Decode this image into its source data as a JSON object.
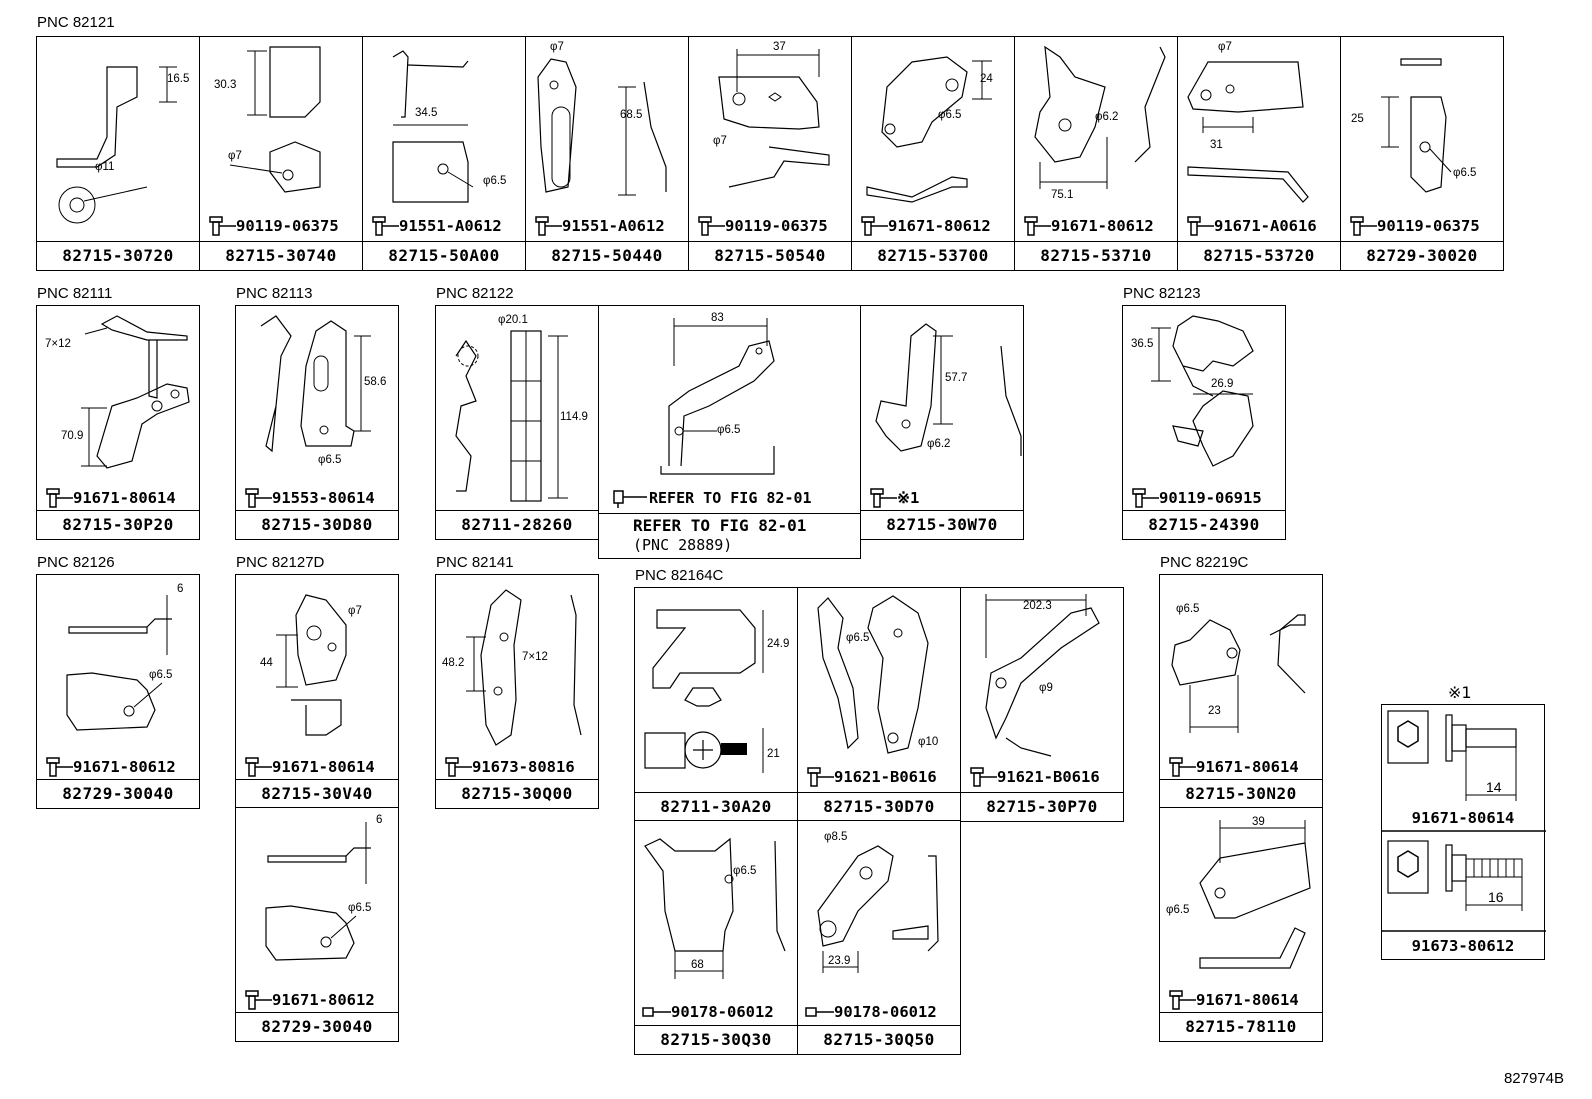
{
  "sections": {
    "pnc_82121": "PNC 82121",
    "pnc_82111": "PNC 82111",
    "pnc_82113": "PNC 82113",
    "pnc_82122": "PNC 82122",
    "pnc_82123": "PNC 82123",
    "pnc_82126": "PNC 82126",
    "pnc_82127d": "PNC 82127D",
    "pnc_82141": "PNC 82141",
    "pnc_82164c": "PNC 82164C",
    "pnc_82219c": "PNC 82219C"
  },
  "row1": [
    {
      "part": "82715-30720",
      "bolt": "",
      "dims": [
        "16.5",
        "φ11"
      ]
    },
    {
      "part": "82715-30740",
      "bolt": "90119-06375",
      "dims": [
        "30.3",
        "φ7"
      ]
    },
    {
      "part": "82715-50A00",
      "bolt": "91551-A0612",
      "dims": [
        "34.5",
        "φ6.5"
      ]
    },
    {
      "part": "82715-50440",
      "bolt": "91551-A0612",
      "dims": [
        "φ7",
        "68.5"
      ]
    },
    {
      "part": "82715-50540",
      "bolt": "90119-06375",
      "dims": [
        "37",
        "φ7"
      ]
    },
    {
      "part": "82715-53700",
      "bolt": "91671-80612",
      "dims": [
        "24",
        "φ6.5"
      ]
    },
    {
      "part": "82715-53710",
      "bolt": "91671-80612",
      "dims": [
        "φ6.2",
        "75.1"
      ]
    },
    {
      "part": "82715-53720",
      "bolt": "91671-A0616",
      "dims": [
        "φ7",
        "31"
      ]
    },
    {
      "part": "82729-30020",
      "bolt": "90119-06375",
      "dims": [
        "25",
        "φ6.5"
      ]
    }
  ],
  "row2": {
    "c82111": {
      "part": "82715-30P20",
      "bolt": "91671-80614",
      "dims": [
        "7×12",
        "70.9"
      ]
    },
    "c82113": {
      "part": "82715-30D80",
      "bolt": "91553-80614",
      "dims": [
        "58.6",
        "φ6.5"
      ]
    },
    "c82122a": {
      "part": "82711-28260",
      "dims": [
        "φ20.1",
        "114.9"
      ]
    },
    "c82122b": {
      "part": "REFER TO FIG 82-01",
      "part2": "(PNC 28889)",
      "bolt": "REFER TO FIG 82-01",
      "dims": [
        "83",
        "φ6.5"
      ]
    },
    "c82122c": {
      "part": "82715-30W70",
      "bolt": "※1",
      "dims": [
        "57.7",
        "φ6.2"
      ]
    },
    "c82123": {
      "part": "82715-24390",
      "bolt": "90119-06915",
      "dims": [
        "36.5",
        "26.9"
      ]
    }
  },
  "row3": {
    "c82126": {
      "part": "82729-30040",
      "bolt": "91671-80612",
      "dims": [
        "6",
        "φ6.5"
      ]
    },
    "c82127d_a": {
      "part": "82715-30V40",
      "bolt": "91671-80614",
      "dims": [
        "φ7",
        "44"
      ]
    },
    "c82127d_b": {
      "part": "82729-30040",
      "bolt": "91671-80612",
      "dims": [
        "6",
        "φ6.5"
      ]
    },
    "c82141": {
      "part": "82715-30Q00",
      "bolt": "91673-80816",
      "dims": [
        "48.2",
        "7×12"
      ]
    },
    "c82164c_a": {
      "part": "82711-30A20",
      "dims": [
        "24.9",
        "21"
      ]
    },
    "c82164c_b": {
      "part": "82715-30D70",
      "bolt": "91621-B0616",
      "dims": [
        "φ6.5",
        "φ10"
      ]
    },
    "c82164c_c": {
      "part": "82715-30P70",
      "bolt": "91621-B0616",
      "dims": [
        "202.3",
        "φ9"
      ]
    },
    "c82164c_d": {
      "part": "82715-30Q30",
      "bolt": "90178-06012",
      "dims": [
        "φ6.5",
        "68"
      ]
    },
    "c82164c_e": {
      "part": "82715-30Q50",
      "bolt": "90178-06012",
      "dims": [
        "φ8.5",
        "23.9"
      ]
    },
    "c82219c_a": {
      "part": "82715-30N20",
      "bolt": "91671-80614",
      "dims": [
        "φ6.5",
        "23"
      ]
    },
    "c82219c_b": {
      "part": "82715-78110",
      "bolt": "91671-80614",
      "dims": [
        "39",
        "φ6.5"
      ]
    }
  },
  "hardware": {
    "mark": "※1",
    "bolt1": {
      "part": "91671-80614",
      "dim": "14"
    },
    "bolt2": {
      "part": "91673-80612",
      "dim": "16"
    }
  },
  "figure_ref": "827974B"
}
